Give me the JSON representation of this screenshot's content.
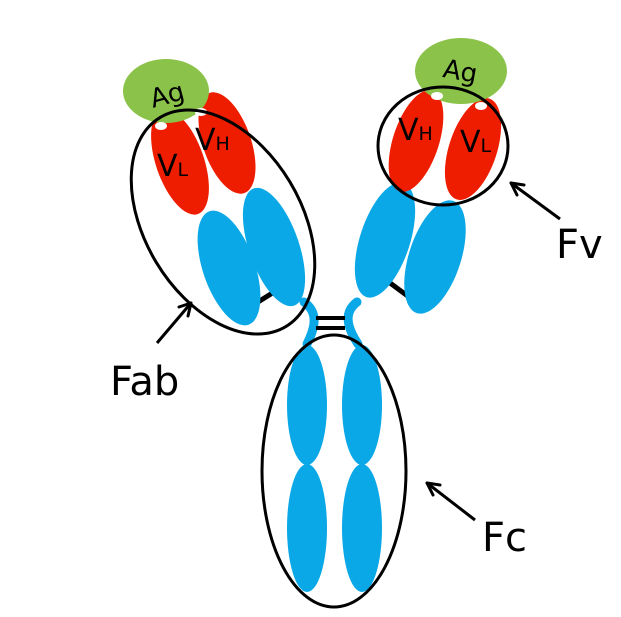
{
  "diagram": {
    "colors": {
      "constant_domain": "#0aa8e6",
      "variable_domain": "#ef1d00",
      "antigen": "#8bc34a",
      "outline": "#000000"
    },
    "labels": {
      "antigen_left": "Ag",
      "antigen_right": "Ag",
      "vl_left_main": "V",
      "vl_left_sub": "L",
      "vh_left_main": "V",
      "vh_left_sub": "H",
      "vh_right_main": "V",
      "vh_right_sub": "H",
      "vl_right_main": "V",
      "vl_right_sub": "L",
      "fab": "Fab",
      "fv": "Fv",
      "fc": "Fc"
    }
  }
}
